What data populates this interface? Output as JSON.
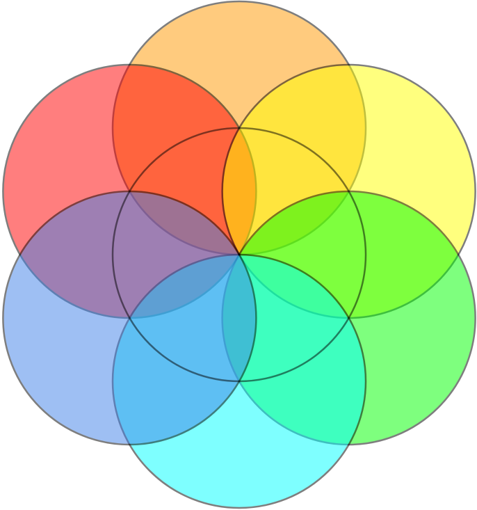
{
  "diagram": {
    "type": "overlapping-circles",
    "outline_color": "#000000",
    "fill_opacity": 0.5,
    "circles": [
      {
        "name": "orange-circle",
        "position": "top",
        "color": "#ff9900"
      },
      {
        "name": "red-circle",
        "position": "upper-left",
        "color": "#ff0000"
      },
      {
        "name": "yellow-circle",
        "position": "upper-right",
        "color": "#ffff00"
      },
      {
        "name": "green-circle",
        "position": "lower-right",
        "color": "#00ff00"
      },
      {
        "name": "cyan-circle",
        "position": "bottom",
        "color": "#00ffff"
      },
      {
        "name": "blue-circle",
        "position": "lower-left",
        "color": "#4080e8"
      },
      {
        "name": "center-circle",
        "position": "center",
        "color": "none"
      }
    ]
  }
}
